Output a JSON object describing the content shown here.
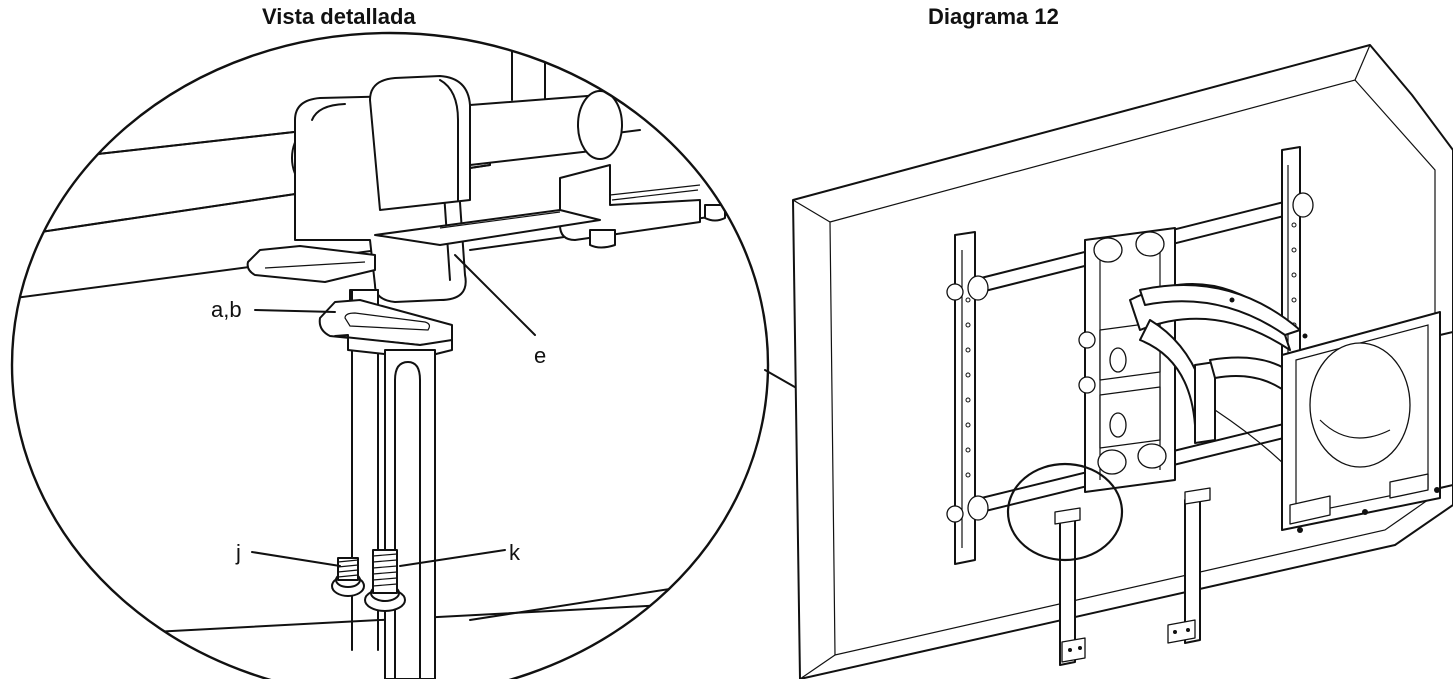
{
  "titles": {
    "detail": "Vista detallada",
    "diagram": "Diagrama 12"
  },
  "callouts": {
    "e": "e",
    "ab": "a,b",
    "j": "j",
    "k": "k"
  }
}
